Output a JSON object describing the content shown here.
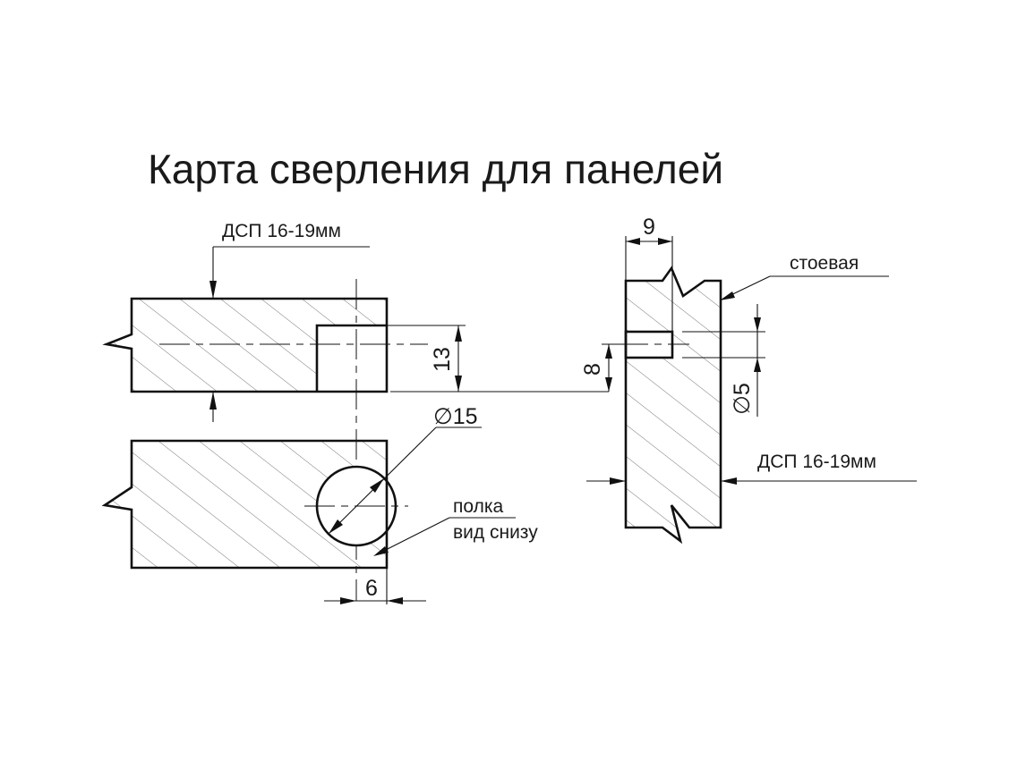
{
  "title": "Карта сверления для панелей",
  "labels": {
    "chipboard_shelf": "ДСП 16-19мм",
    "chipboard_upright": "ДСП 16-19мм",
    "upright": "стоевая",
    "shelf_line1": "полка",
    "shelf_line2": "вид снизу"
  },
  "dimensions": {
    "hole_offset": "13",
    "hole_diameter": "∅15",
    "edge_offset": "6",
    "upright_depth": "9",
    "upright_height": "8",
    "pin_diameter": "∅5"
  }
}
